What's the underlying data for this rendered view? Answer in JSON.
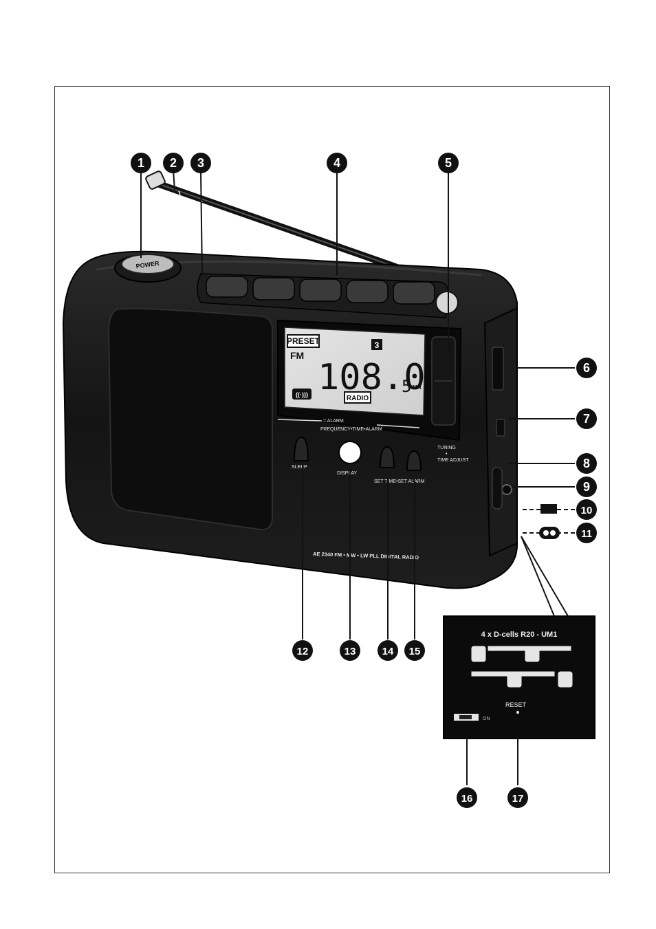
{
  "figure": {
    "callouts": [
      "1",
      "2",
      "3",
      "4",
      "5",
      "6",
      "7",
      "8",
      "9",
      "10",
      "11",
      "12",
      "13",
      "14",
      "15",
      "16",
      "17"
    ],
    "display": {
      "preset_label": "PRESET",
      "band_label": "FM",
      "preset_number": "3",
      "frequency": "108.0",
      "frequency_suffix": "5",
      "unit": "MH",
      "mode_label": "RADIO",
      "signal_symbol": "((·)))"
    },
    "labels": {
      "alarm_arrow": "= ALARM",
      "display_modes": "FREQUENCY•TIME•ALARM",
      "tuning": "TUNING",
      "tuning_separator": "•",
      "time_adjust": "TIME ADJUST",
      "sleep": "SLEEP",
      "display": "DISPLAY",
      "set_time_alarm": "SET TIME•SET ALARM",
      "model": "AE 2340 FM • MW • LW PLL DIGITAL RADIO",
      "power": "POWER"
    },
    "battery_compartment": {
      "heading": "4 x D-cells R20 - UM1",
      "reset_label": "RESET",
      "switch_label": "ON"
    }
  },
  "colors": {
    "ink": "#111111",
    "body": "#161616",
    "lcd": "#d9d9d9",
    "paper": "#ffffff"
  }
}
